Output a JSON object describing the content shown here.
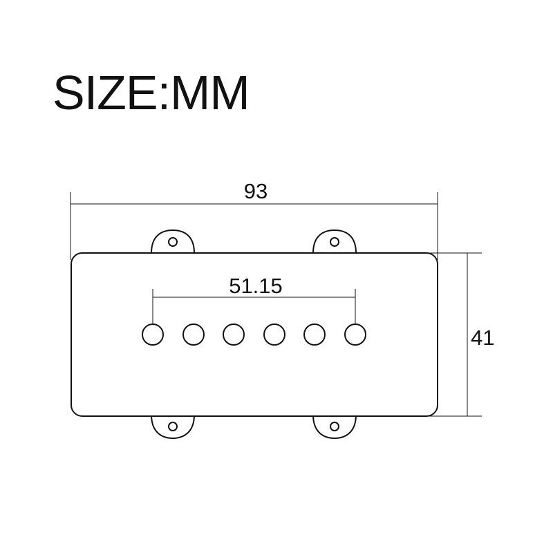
{
  "title": "SIZE:MM",
  "dimensions": {
    "overall_length": "93",
    "overall_width": "41",
    "pole_spacing": "51.15"
  },
  "pickup": {
    "pole_count": 6,
    "mounting_ears": 4
  },
  "colors": {
    "ink": "#111111",
    "background": "#ffffff"
  }
}
